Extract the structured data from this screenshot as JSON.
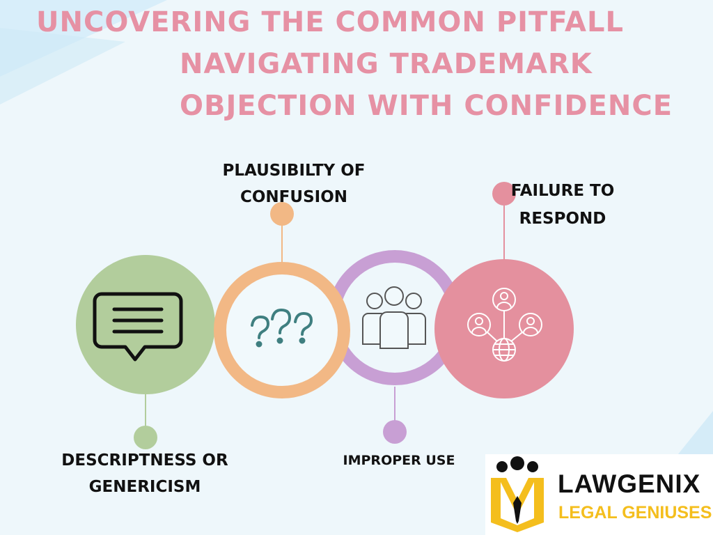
{
  "title": {
    "line1": "UNCOVERING THE COMMON PITFALL",
    "line2": "NAVIGATING TRADEMARK",
    "line3": "OBJECTION WITH CONFIDENCE"
  },
  "items": [
    {
      "label_line1": "DESCRIPTNESS OR",
      "label_line2": "GENERICISM",
      "color": "#b2cd9c",
      "icon": "speech-bubble-icon"
    },
    {
      "label_line1": "PLAUSIBILTY OF",
      "label_line2": "CONFUSION",
      "color": "#f2b885",
      "icon": "question-marks-icon"
    },
    {
      "label_line1": "IMPROPER USE",
      "label_line2": "",
      "color": "#c89fd4",
      "icon": "people-group-icon"
    },
    {
      "label_line1": "FAILURE TO",
      "label_line2": "RESPOND",
      "color": "#e4909e",
      "icon": "network-globe-icon"
    }
  ],
  "logo": {
    "name": "LAWGENIX",
    "tagline": "LEGAL GENIUSES",
    "accent": "#f4be1d"
  }
}
